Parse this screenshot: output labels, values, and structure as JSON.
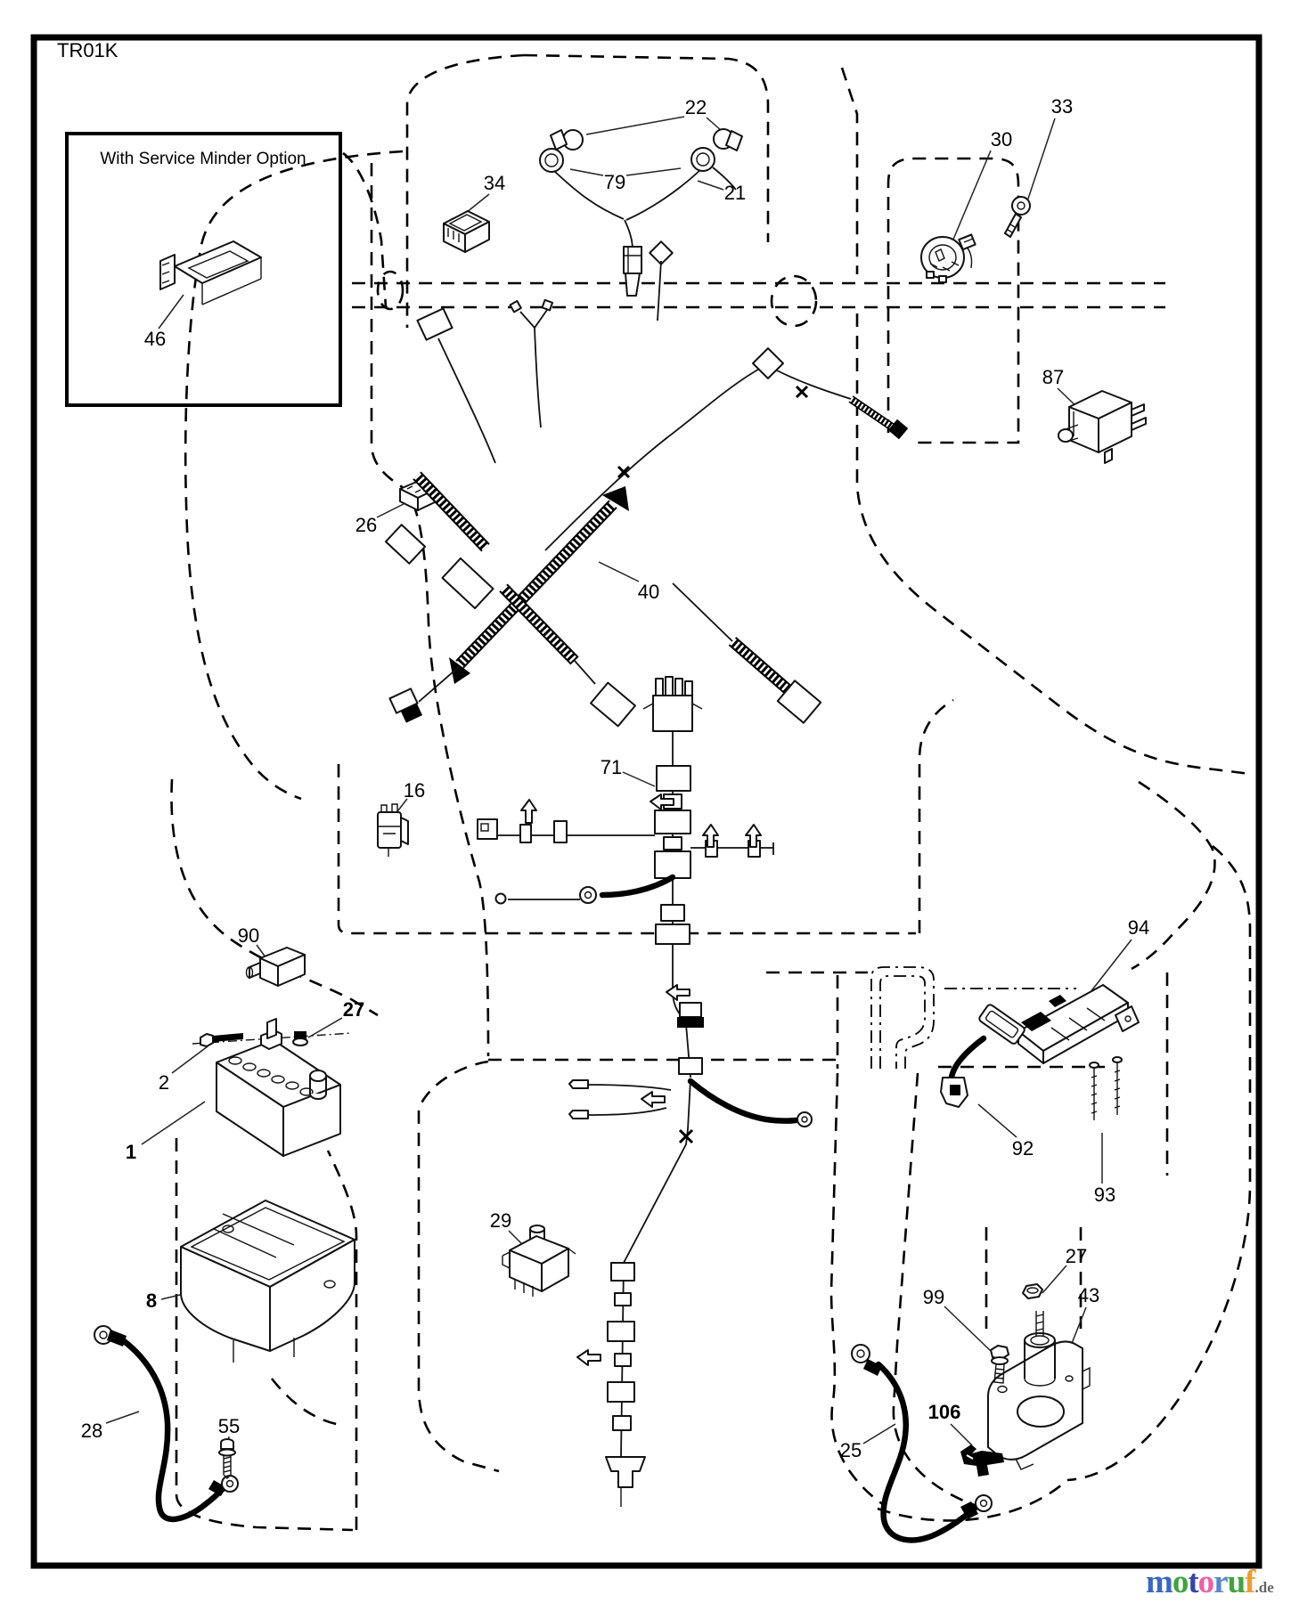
{
  "drawing_code": "TR01K",
  "option_box": {
    "title": "With Service Minder Option"
  },
  "callouts": [
    {
      "number": "46"
    },
    {
      "number": "34"
    },
    {
      "number": "22"
    },
    {
      "number": "79"
    },
    {
      "number": "21"
    },
    {
      "number": "33"
    },
    {
      "number": "30"
    },
    {
      "number": "87"
    },
    {
      "number": "26"
    },
    {
      "number": "40"
    },
    {
      "number": "16"
    },
    {
      "number": "71"
    },
    {
      "number": "90"
    },
    {
      "number": "27"
    },
    {
      "number": "2"
    },
    {
      "number": "1"
    },
    {
      "number": "94"
    },
    {
      "number": "92"
    },
    {
      "number": "93"
    },
    {
      "number": "29"
    },
    {
      "number": "8"
    },
    {
      "number": "28"
    },
    {
      "number": "55"
    },
    {
      "number": "99"
    },
    {
      "number": "27"
    },
    {
      "number": "43"
    },
    {
      "number": "106"
    },
    {
      "number": "25"
    }
  ],
  "watermark": {
    "letters": [
      {
        "char": "m",
        "color": "#3a66c6"
      },
      {
        "char": "o",
        "color": "#3fa43f"
      },
      {
        "char": "t",
        "color": "#3345a8"
      },
      {
        "char": "o",
        "color": "#ed5fa8"
      },
      {
        "char": "r",
        "color": "#5a86cc"
      },
      {
        "char": "u",
        "color": "#3fa43f"
      },
      {
        "char": "f",
        "color": "#f09c30"
      }
    ],
    "suffix": ".de",
    "suffix_color": "#666666"
  }
}
